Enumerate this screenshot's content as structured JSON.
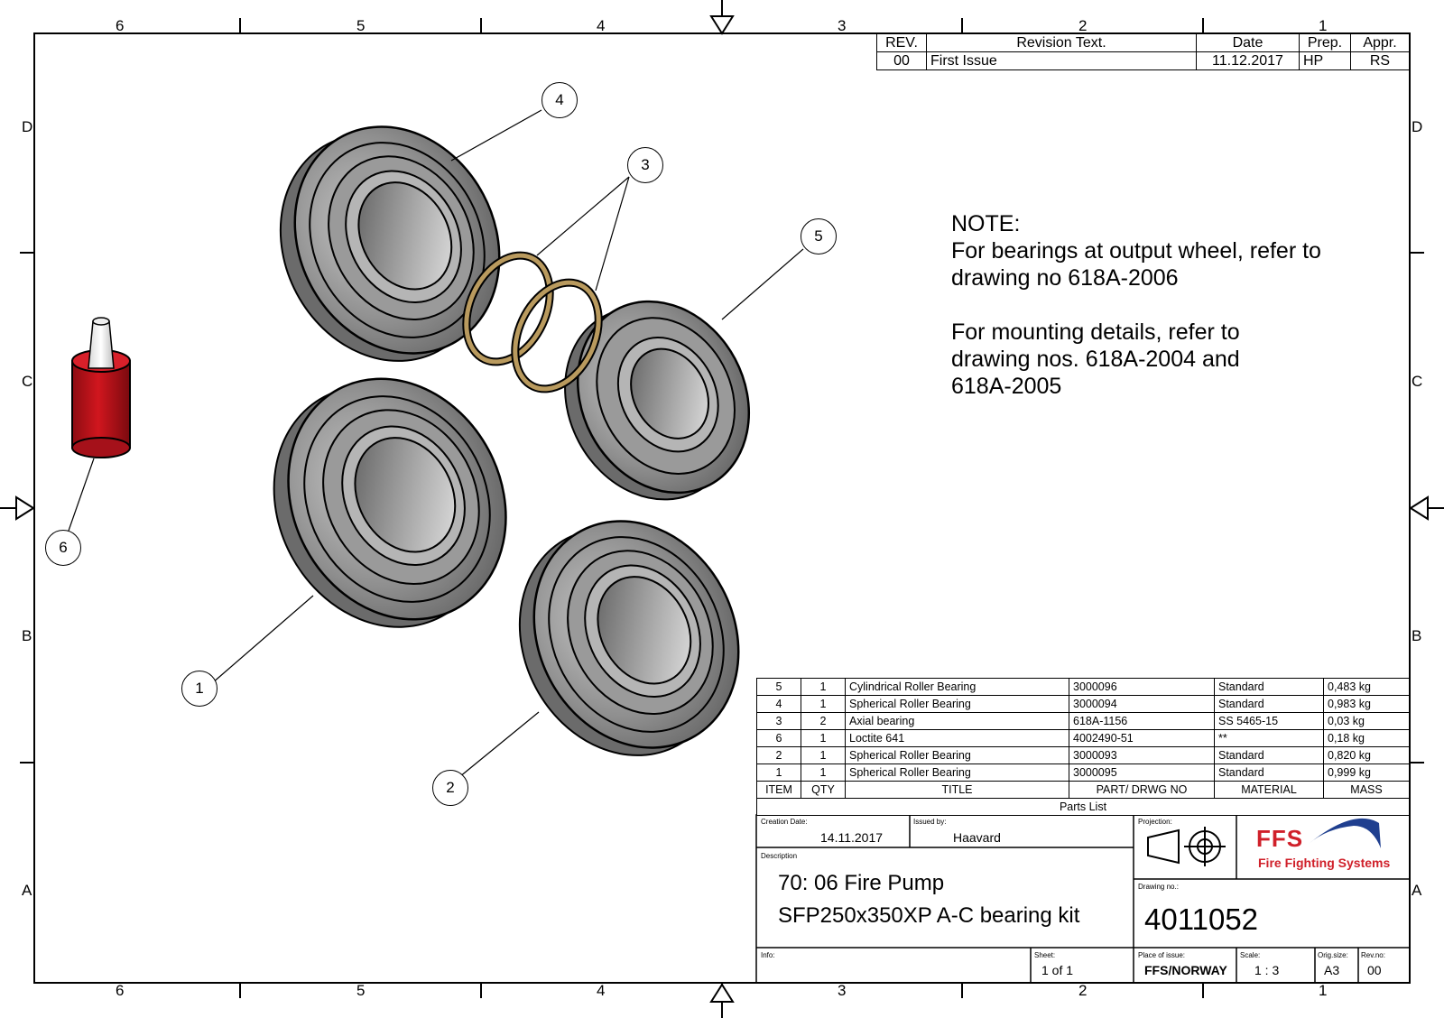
{
  "border": {
    "columns_top": [
      "6",
      "5",
      "4",
      "3",
      "2",
      "1"
    ],
    "columns_bottom": [
      "6",
      "5",
      "4",
      "3",
      "2",
      "1"
    ],
    "rows_left": [
      "D",
      "C",
      "B",
      "A"
    ],
    "rows_right": [
      "D",
      "C",
      "B",
      "A"
    ]
  },
  "revision_table": {
    "headers": [
      "REV.",
      "Revision Text.",
      "Date",
      "Prep.",
      "Appr."
    ],
    "rows": [
      [
        "00",
        "First Issue",
        "11.12.2017",
        "HP",
        "RS"
      ]
    ]
  },
  "note": {
    "heading": "NOTE:",
    "line1": "For bearings at output wheel, refer to",
    "line2": "drawing no 618A-2006",
    "line3": "For mounting details, refer to",
    "line4": "drawing nos. 618A-2004 and",
    "line5": "618A-2005"
  },
  "balloons": {
    "b1": "1",
    "b2": "2",
    "b3": "3",
    "b4": "4",
    "b5": "5",
    "b6": "6"
  },
  "parts_list": {
    "title": "Parts List",
    "headers": [
      "ITEM",
      "QTY",
      "TITLE",
      "PART/ DRWG NO",
      "MATERIAL",
      "MASS"
    ],
    "rows": [
      [
        "5",
        "1",
        "Cylindrical Roller Bearing",
        "3000096",
        "Standard",
        "0,483 kg"
      ],
      [
        "4",
        "1",
        "Spherical Roller Bearing",
        "3000094",
        "Standard",
        "0,983 kg"
      ],
      [
        "3",
        "2",
        "Axial bearing",
        "618A-1156",
        "SS 5465-15",
        "0,03 kg"
      ],
      [
        "6",
        "1",
        "Loctite 641",
        "4002490-51",
        "**",
        "0,18 kg"
      ],
      [
        "2",
        "1",
        "Spherical Roller Bearing",
        "3000093",
        "Standard",
        "0,820 kg"
      ],
      [
        "1",
        "1",
        "Spherical Roller Bearing",
        "3000095",
        "Standard",
        "0,999 kg"
      ]
    ]
  },
  "title_block": {
    "creation_date_label": "Creation Date:",
    "creation_date": "14.11.2017",
    "issued_by_label": "Issued by:",
    "issued_by": "Haavard",
    "description_label": "Description",
    "description_line1": "70: 06 Fire Pump",
    "description_line2": "SFP250x350XP A-C bearing kit",
    "projection_label": "Projection:",
    "logo_text": "FFS",
    "logo_subtext": "Fire Fighting Systems",
    "drawing_no_label": "Drawing no.:",
    "drawing_no": "4011052",
    "info_label": "Info:",
    "sheet_label": "Sheet:",
    "sheet": "1 of 1",
    "place_label": "Place of issue:",
    "place": "FFS/NORWAY",
    "scale_label": "Scale:",
    "scale": "1 : 3",
    "orig_size_label": "Orig.size:",
    "orig_size": "A3",
    "rev_no_label": "Rev.no:",
    "rev_no": "00"
  },
  "colors": {
    "bearing": "#8a8a8a",
    "loctite_body": "#c4131b",
    "ring": "#b99a5e",
    "logo": "#d0202a",
    "logo_swoosh": "#1f3f8f"
  }
}
